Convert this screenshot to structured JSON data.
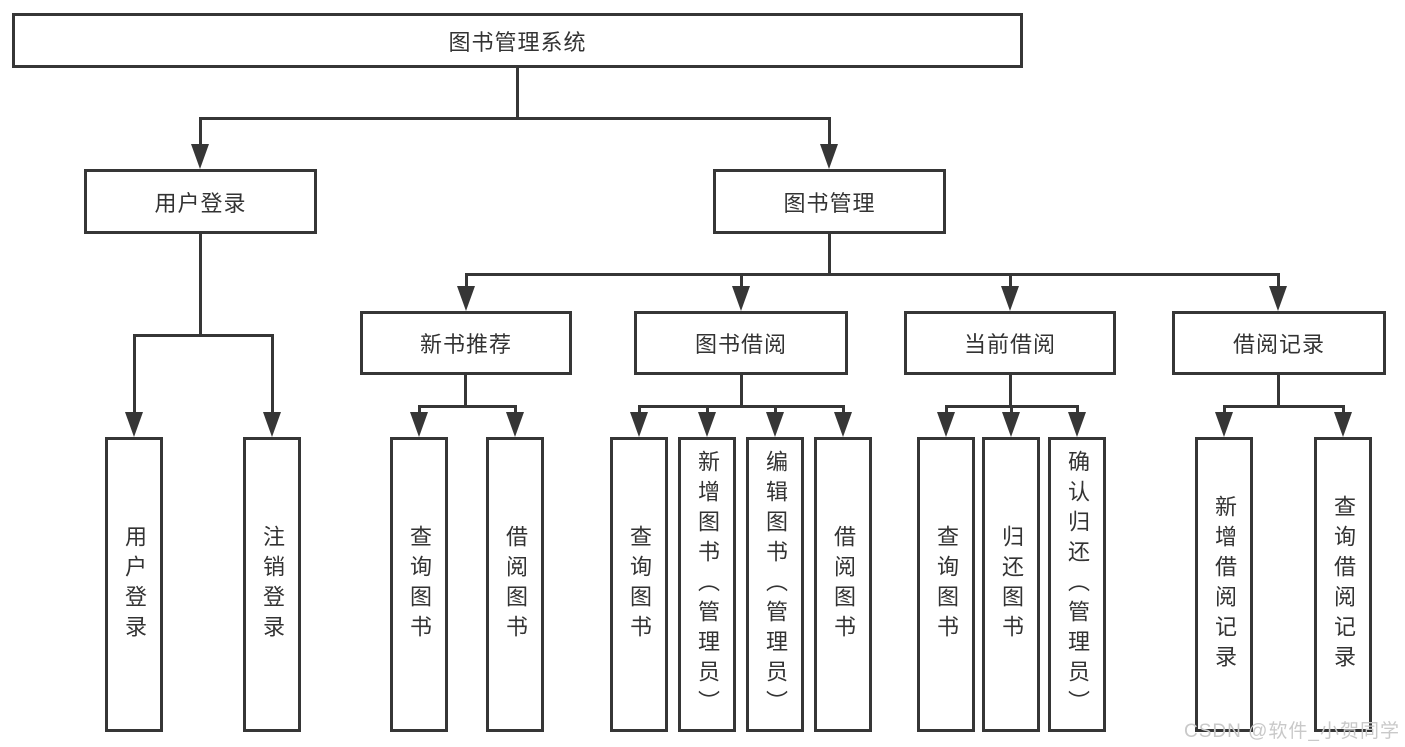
{
  "diagram": {
    "root": {
      "label": "图书管理系统"
    },
    "branches": [
      {
        "label": "用户登录",
        "children": [
          {
            "label": "用户登录"
          },
          {
            "label": "注销登录"
          }
        ]
      },
      {
        "label": "图书管理",
        "groups": [
          {
            "label": "新书推荐",
            "children": [
              {
                "label": "查询图书"
              },
              {
                "label": "借阅图书"
              }
            ]
          },
          {
            "label": "图书借阅",
            "children": [
              {
                "label": "查询图书"
              },
              {
                "label": "新增图书（管理员）"
              },
              {
                "label": "编辑图书（管理员）"
              },
              {
                "label": "借阅图书"
              }
            ]
          },
          {
            "label": "当前借阅",
            "children": [
              {
                "label": "查询图书"
              },
              {
                "label": "归还图书"
              },
              {
                "label": "确认归还（管理员）"
              }
            ]
          },
          {
            "label": "借阅记录",
            "children": [
              {
                "label": "新增借阅记录"
              },
              {
                "label": "查询借阅记录"
              }
            ]
          }
        ]
      }
    ]
  },
  "colors": {
    "line": "#363636",
    "text": "#333333",
    "background": "#ffffff",
    "watermark": "#c9c9c9"
  },
  "watermark": {
    "text": "CSDN @软件_小贺同学"
  }
}
